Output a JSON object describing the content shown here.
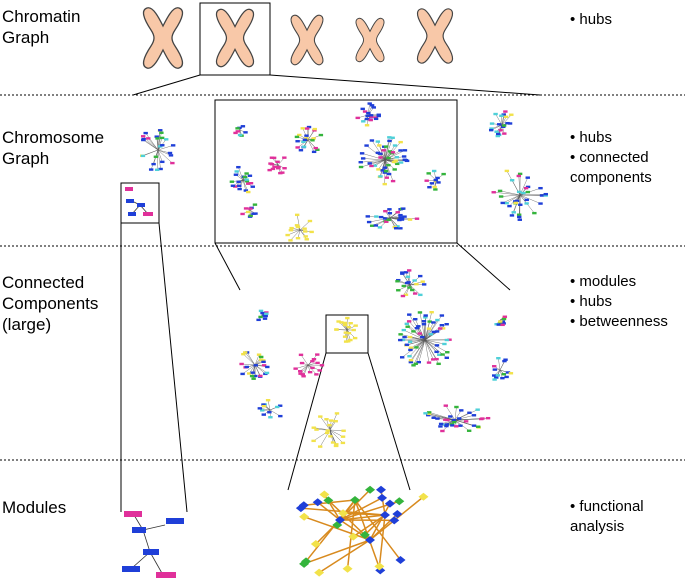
{
  "rows": [
    {
      "label": "Chromatin\nGraph",
      "bullets": [
        "hubs"
      ]
    },
    {
      "label": "Chromosome\nGraph",
      "bullets": [
        "hubs",
        "connected\ncomponents"
      ]
    },
    {
      "label": "Connected\nComponents\n(large)",
      "bullets": [
        "modules",
        "hubs",
        "betweenness"
      ]
    },
    {
      "label": "Modules",
      "bullets": [
        "functional\nanalysis"
      ]
    }
  ],
  "colors": {
    "chromosome_fill": "#f8c8a8",
    "chromosome_stroke": "#444444",
    "node_blue": "#1f3fd8",
    "node_magenta": "#e0309a",
    "node_green": "#34b43c",
    "node_yellow": "#f2e24a",
    "node_cyan": "#4fd0d8",
    "edge_orange": "#d88a1e",
    "divider": "#000000"
  }
}
